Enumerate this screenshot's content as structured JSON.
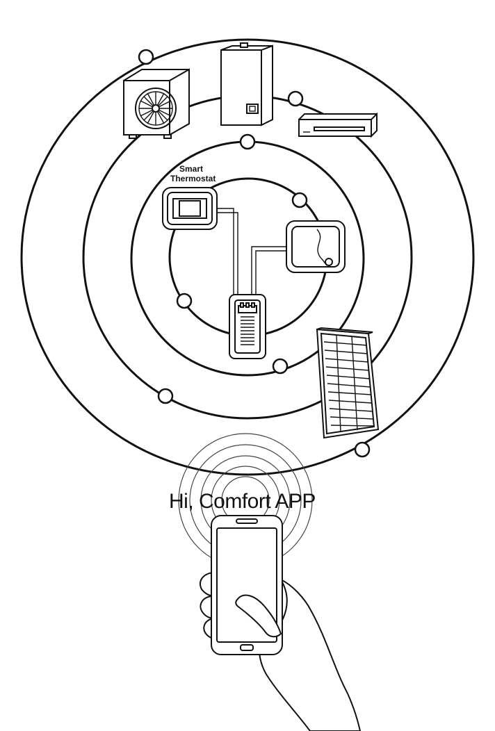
{
  "diagram": {
    "thermostat_label_line1": "Smart",
    "thermostat_label_line2": "Thermostat",
    "app_label": "Hi, Comfort APP",
    "ink_color": "#111111",
    "background_color": "#ffffff",
    "devices": [
      "outdoor-heat-pump-icon",
      "wall-boiler-icon",
      "split-air-conditioner-icon",
      "smart-thermostat-icon",
      "room-controller-icon",
      "water-heater-icon",
      "solar-panel-icon",
      "smartphone-icon"
    ]
  }
}
